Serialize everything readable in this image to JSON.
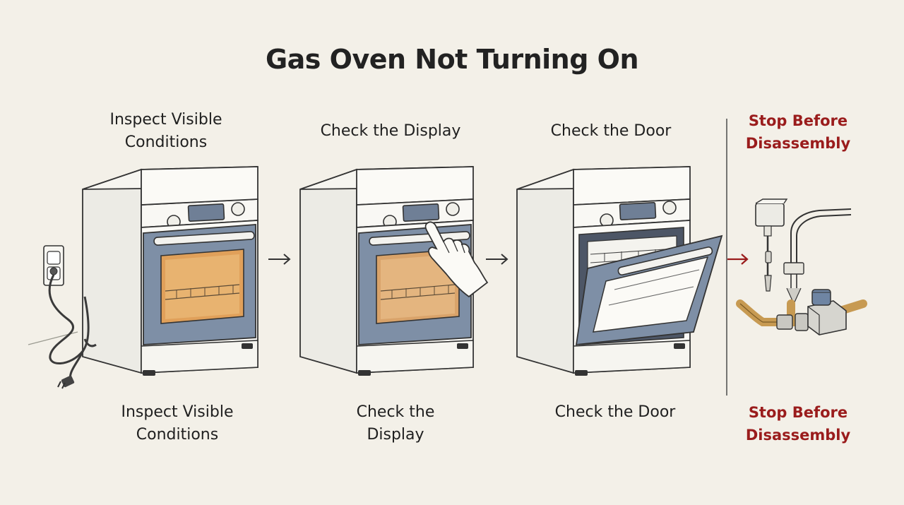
{
  "title": "Gas Oven Not Turning On",
  "steps": [
    {
      "top_label": "Inspect Visible\nConditions",
      "bottom_label": "Inspect Visible\nConditions"
    },
    {
      "top_label": "Check the Display",
      "bottom_label": "Check the\nDisplay"
    },
    {
      "top_label": "Check the Door",
      "bottom_label": "Check the Door"
    },
    {
      "top_label": "Stop Before\nDisassembly",
      "bottom_label": "Stop Before\nDisassembly"
    }
  ],
  "colors": {
    "background": "#f3f0e8",
    "oven_body": "#fbfaf6",
    "oven_panel": "#7e8fa6",
    "oven_glow": "#e0a05a",
    "pipe": "#c79a52",
    "warning": "#9a1c1c"
  },
  "icons": [
    "wall-outlet-icon",
    "power-cord-icon",
    "arrow-right-icon",
    "hand-icon",
    "gas-valve-icon",
    "igniter-icon"
  ]
}
